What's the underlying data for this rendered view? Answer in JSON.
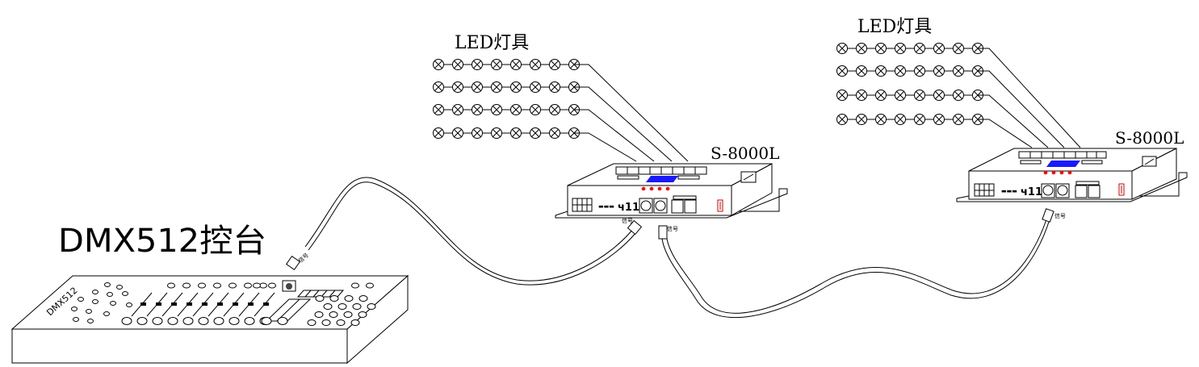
{
  "groups": [
    {
      "label": "LED灯具",
      "rows": 4,
      "lamps_per_row": 8
    },
    {
      "label": "LED灯具",
      "rows": 4,
      "lamps_per_row": 8
    }
  ],
  "controllers": [
    {
      "model": "S-8000L",
      "port_label": "信号"
    },
    {
      "model": "S-8000L",
      "port_label": "信号"
    }
  ],
  "console": {
    "title": "DMX512控台",
    "panel_label": "DMX512",
    "plug_label": "信号"
  },
  "colors": {
    "line": "#000000",
    "screen": "#1a1aff",
    "led": "#ff0000",
    "fuse": "#cc0000"
  }
}
